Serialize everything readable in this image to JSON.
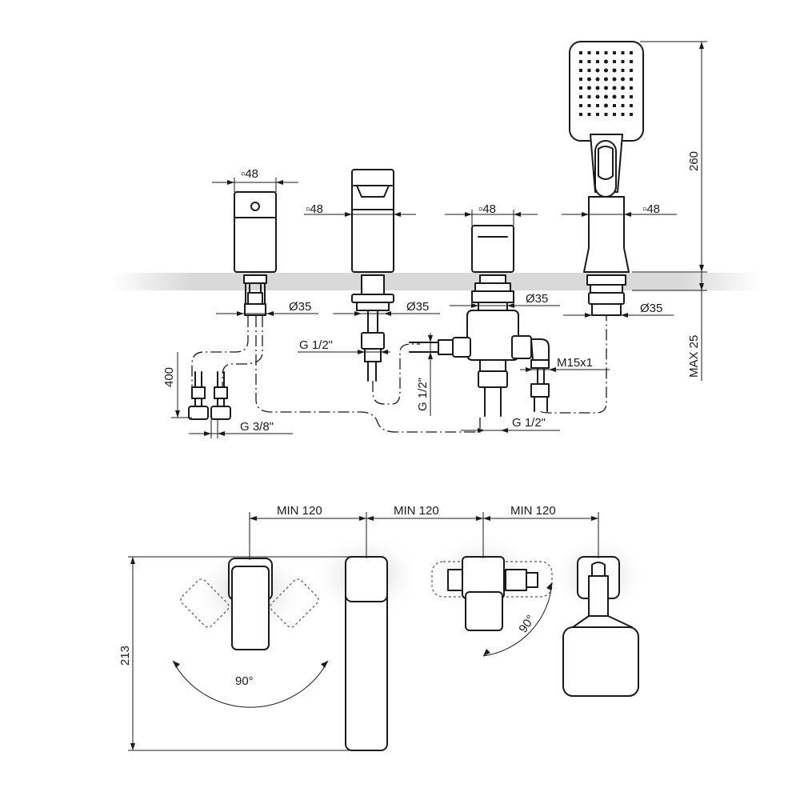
{
  "labels": {
    "sq48_1": "▫48",
    "sq48_2": "▫48",
    "sq48_3": "▫48",
    "sq48_4": "▫48",
    "d35_1": "Ø35",
    "d35_2": "Ø35",
    "d35_3": "Ø35",
    "d35_4": "Ø35",
    "h260": "260",
    "max25": "MAX 25",
    "g12_a": "G 1/2\"",
    "g12_b": "G 1/2\"",
    "g12_c": "G 1/2\"",
    "m15": "M15x1",
    "h400": "400",
    "g38": "G 3/8\"",
    "min120_1": "MIN 120",
    "min120_2": "MIN 120",
    "min120_3": "MIN 120",
    "h213": "213",
    "deg90_1": "90°",
    "deg90_2": "90°"
  },
  "colors": {
    "line": "#1a1a1a",
    "deck": "#d9d9d9"
  }
}
